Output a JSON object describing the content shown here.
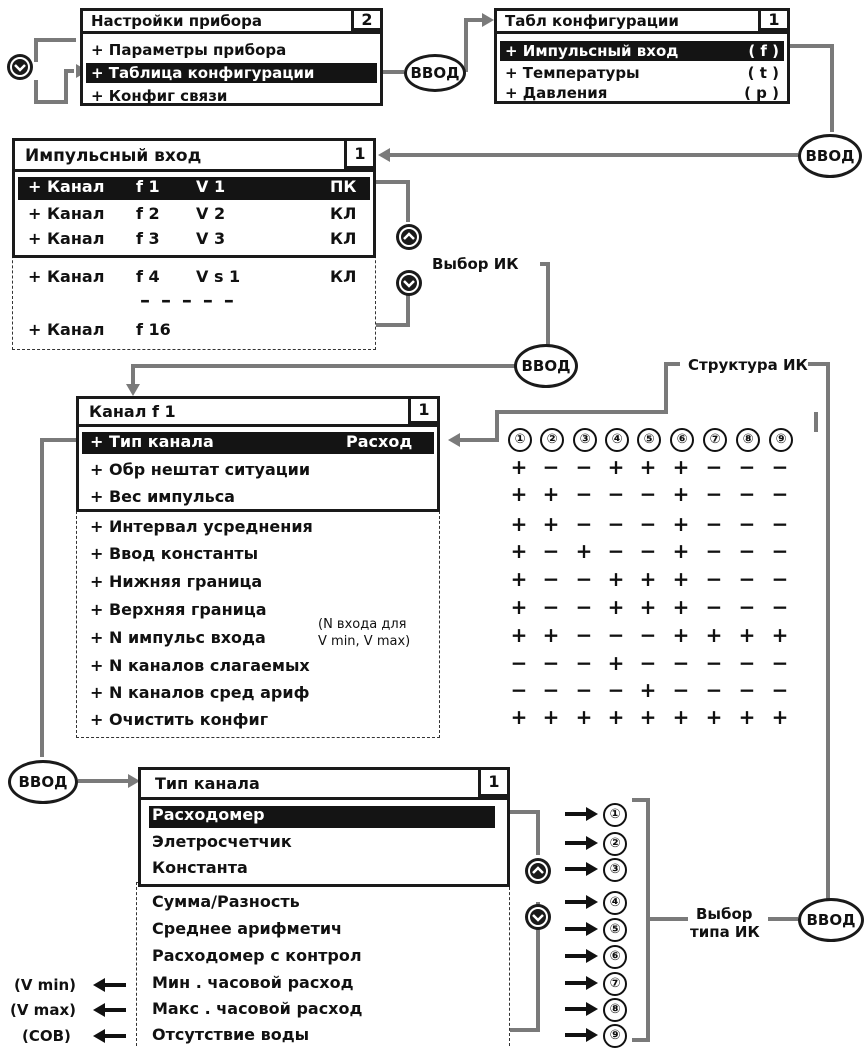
{
  "device_settings": {
    "title": "Настройки прибора",
    "page": "2",
    "items": [
      "+ Параметры прибора",
      "+ Таблица конфигурации",
      "+ Конфиг связи"
    ]
  },
  "config_table": {
    "title": "Табл конфигурации",
    "page": "1",
    "items": [
      {
        "label": "+ Импульсный вход",
        "code": "( f )"
      },
      {
        "label": "+ Температуры",
        "code": "( t )"
      },
      {
        "label": "+ Давления",
        "code": "( p )"
      }
    ]
  },
  "pulse_input": {
    "title": "Импульсный вход",
    "page": "1",
    "rows": [
      {
        "label": "+ Канал",
        "f": "f 1",
        "v": "V 1",
        "mode": "ПК"
      },
      {
        "label": "+ Канал",
        "f": "f 2",
        "v": "V 2",
        "mode": "КЛ"
      },
      {
        "label": "+ Канал",
        "f": "f 3",
        "v": "V 3",
        "mode": "КЛ"
      },
      {
        "label": "+ Канал",
        "f": "f 4",
        "v": "V s 1",
        "mode": "КЛ"
      },
      {
        "label": "+ Канал",
        "f": "f 16",
        "v": "",
        "mode": ""
      }
    ],
    "select_label": "Выбор ИК"
  },
  "channel_f1": {
    "title": "Канал f 1",
    "page": "1",
    "items": [
      "+ Тип канала",
      "+ Обр нештат ситуации",
      "+ Вес импульса",
      "+ Интервал усреднения",
      "+ Ввод константы",
      "+ Нижняя граница",
      "+ Верхняя граница",
      "+ N импульс входа",
      "+ N каналов слагаемых",
      "+ N каналов сред ариф",
      "+ Очистить конфиг"
    ],
    "type_value": "Расход",
    "note_line1": "(N входа для",
    "note_line2": "V min, V max)"
  },
  "structure": {
    "label": "Структура ИК",
    "columns": [
      "①",
      "②",
      "③",
      "④",
      "⑤",
      "⑥",
      "⑦",
      "⑧",
      "⑨"
    ],
    "rows": [
      [
        "+",
        "−",
        "−",
        "+",
        "+",
        "+",
        "−",
        "−",
        "−"
      ],
      [
        "+",
        "+",
        "−",
        "−",
        "−",
        "+",
        "−",
        "−",
        "−"
      ],
      [
        "+",
        "+",
        "−",
        "−",
        "−",
        "+",
        "−",
        "−",
        "−"
      ],
      [
        "+",
        "−",
        "+",
        "−",
        "−",
        "+",
        "−",
        "−",
        "−"
      ],
      [
        "+",
        "−",
        "−",
        "+",
        "+",
        "+",
        "−",
        "−",
        "−"
      ],
      [
        "+",
        "−",
        "−",
        "+",
        "+",
        "+",
        "−",
        "−",
        "−"
      ],
      [
        "+",
        "+",
        "−",
        "−",
        "−",
        "+",
        "+",
        "+",
        "+"
      ],
      [
        "−",
        "−",
        "−",
        "+",
        "−",
        "−",
        "−",
        "−",
        "−"
      ],
      [
        "−",
        "−",
        "−",
        "−",
        "+",
        "−",
        "−",
        "−",
        "−"
      ],
      [
        "+",
        "+",
        "+",
        "+",
        "+",
        "+",
        "+",
        "+",
        "+"
      ]
    ]
  },
  "channel_type": {
    "title": "Тип канала",
    "page": "1",
    "items": [
      "Расходомер",
      "Элетросчетчик",
      "Константа",
      "Сумма/Разность",
      "Среднее арифметич",
      "Расходомер с контрол",
      "Мин . часовой расход",
      "Макс . часовой расход",
      "Отсутствие воды"
    ],
    "numbers": [
      "①",
      "②",
      "③",
      "④",
      "⑤",
      "⑥",
      "⑦",
      "⑧",
      "⑨"
    ],
    "select_label_line1": "Выбор",
    "select_label_line2": "типа ИК",
    "left_notes": [
      "(V min)",
      "(V max)",
      "(СОВ)"
    ]
  },
  "enter_label": "ВВОД",
  "dashes": "– – – – –"
}
